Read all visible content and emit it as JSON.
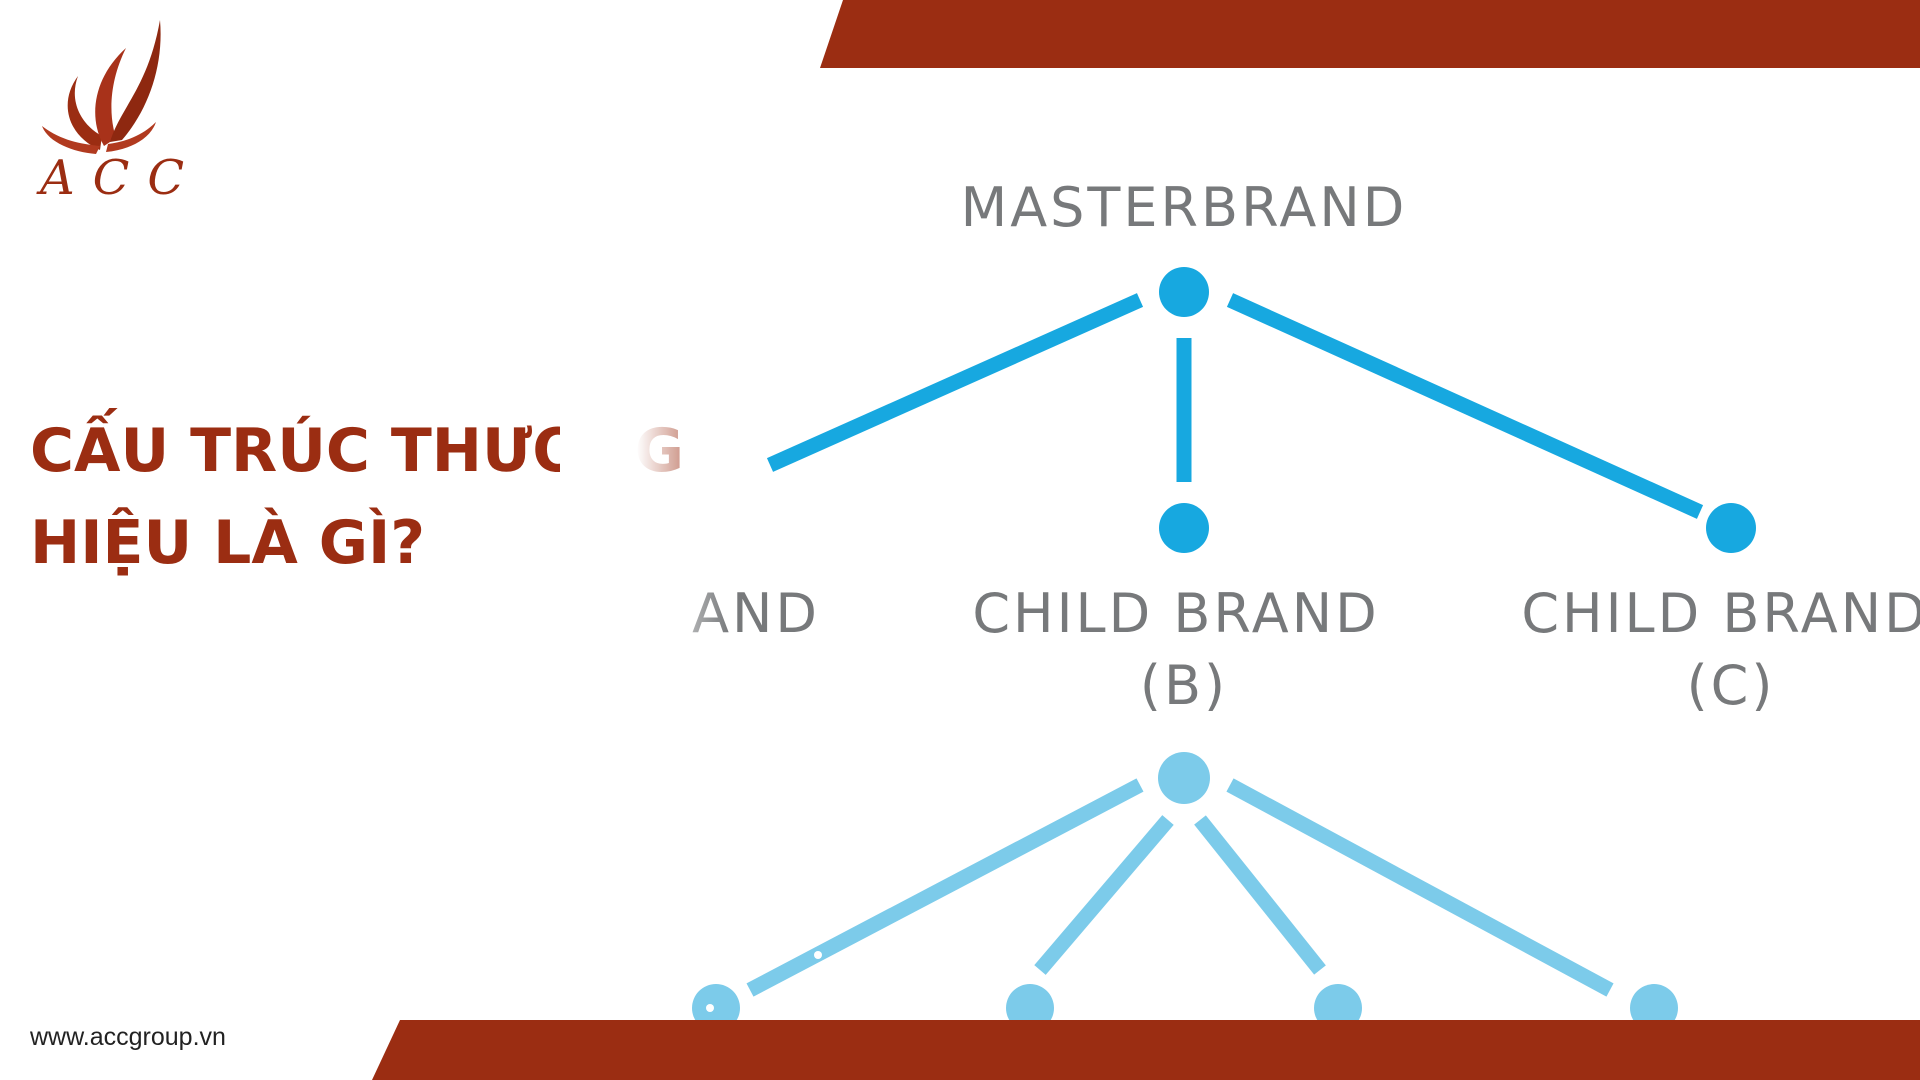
{
  "brand": {
    "logo_text": "ACC",
    "website": "www.accgroup.vn",
    "accent_color": "#9b2d12"
  },
  "heading": {
    "line1": "CẤU TRÚC THƯƠNG",
    "line2": "HIỆU LÀ GÌ?"
  },
  "diagram": {
    "root_label": "MASTERBRAND",
    "children": [
      {
        "label": "AND",
        "sublabel": ""
      },
      {
        "label": "CHILD BRAND",
        "sublabel": "(B)"
      },
      {
        "label": "CHILD BRAND",
        "sublabel": "(C)"
      }
    ],
    "line_color_primary": "#17a8e0",
    "line_color_secondary": "#7ccbea",
    "label_color": "#77797b"
  }
}
